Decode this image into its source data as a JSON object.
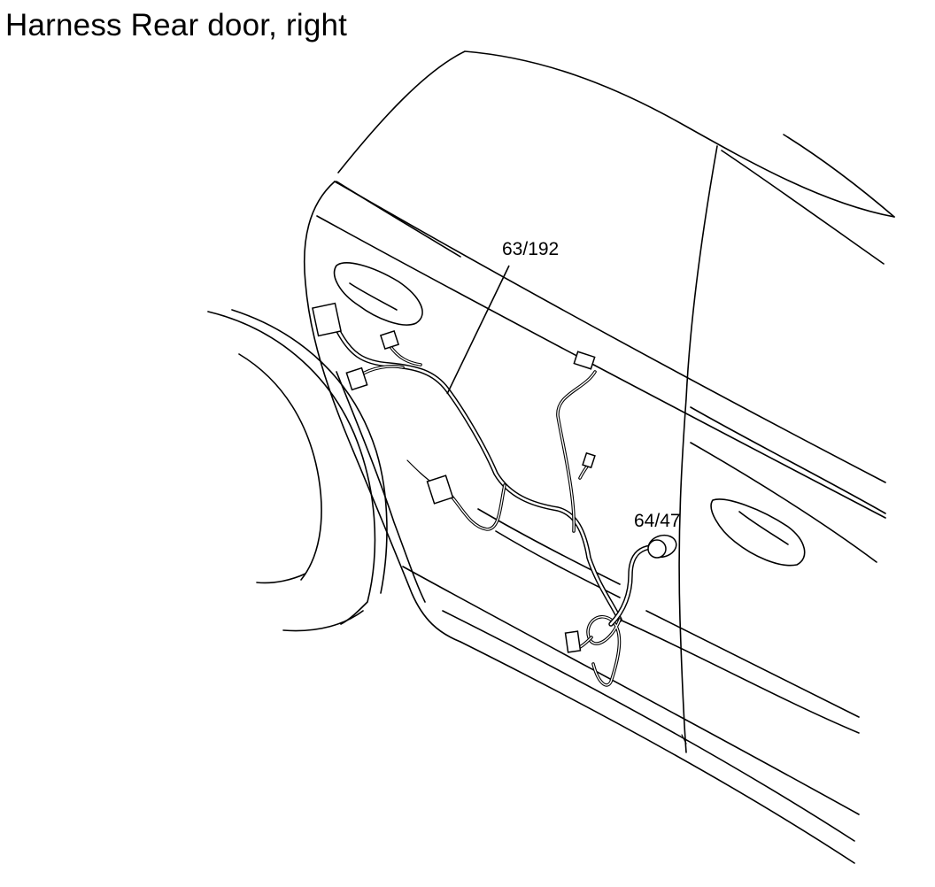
{
  "title": "Harness Rear door, right",
  "callouts": {
    "harness_ref": "63/192",
    "connector_ref": "64/47"
  }
}
